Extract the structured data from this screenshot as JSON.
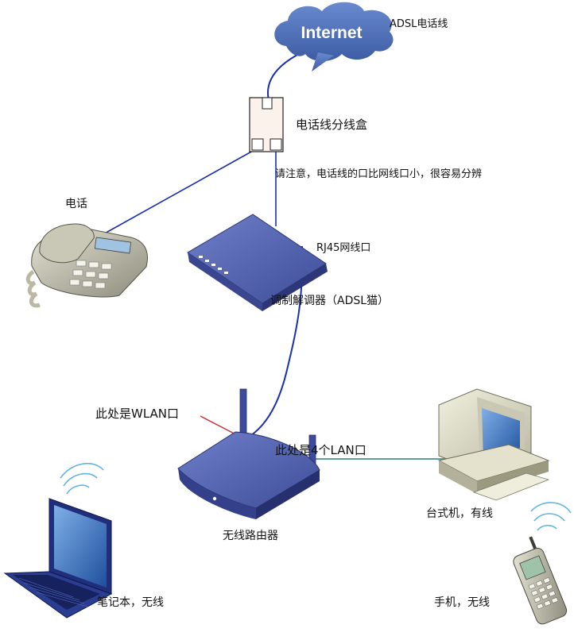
{
  "cloud": {
    "label": "Internet"
  },
  "labels": {
    "adsl_line": "ADSL电话线",
    "splitter": "电话线分线盒",
    "note": "请注意，电话线的口比网线口小，很容易分辨",
    "phone": "电话",
    "rj45": "RJ45网线口",
    "modem": "调制解调器（ADSL猫）",
    "wlan": "此处是WLAN口",
    "lan": "此处是4个LAN口",
    "router": "无线路由器",
    "desktop": "台式机，有线",
    "laptop": "笔记本，无线",
    "mobile": "手机，无线"
  },
  "colors": {
    "cable": "#1a2fb0",
    "wlan_cable": "#c0303a",
    "lan_cable": "#2e7d7d",
    "cloud": "#4a6bb0",
    "device_blue": "#4a5aa8",
    "wifi": "#5fb6e0"
  }
}
